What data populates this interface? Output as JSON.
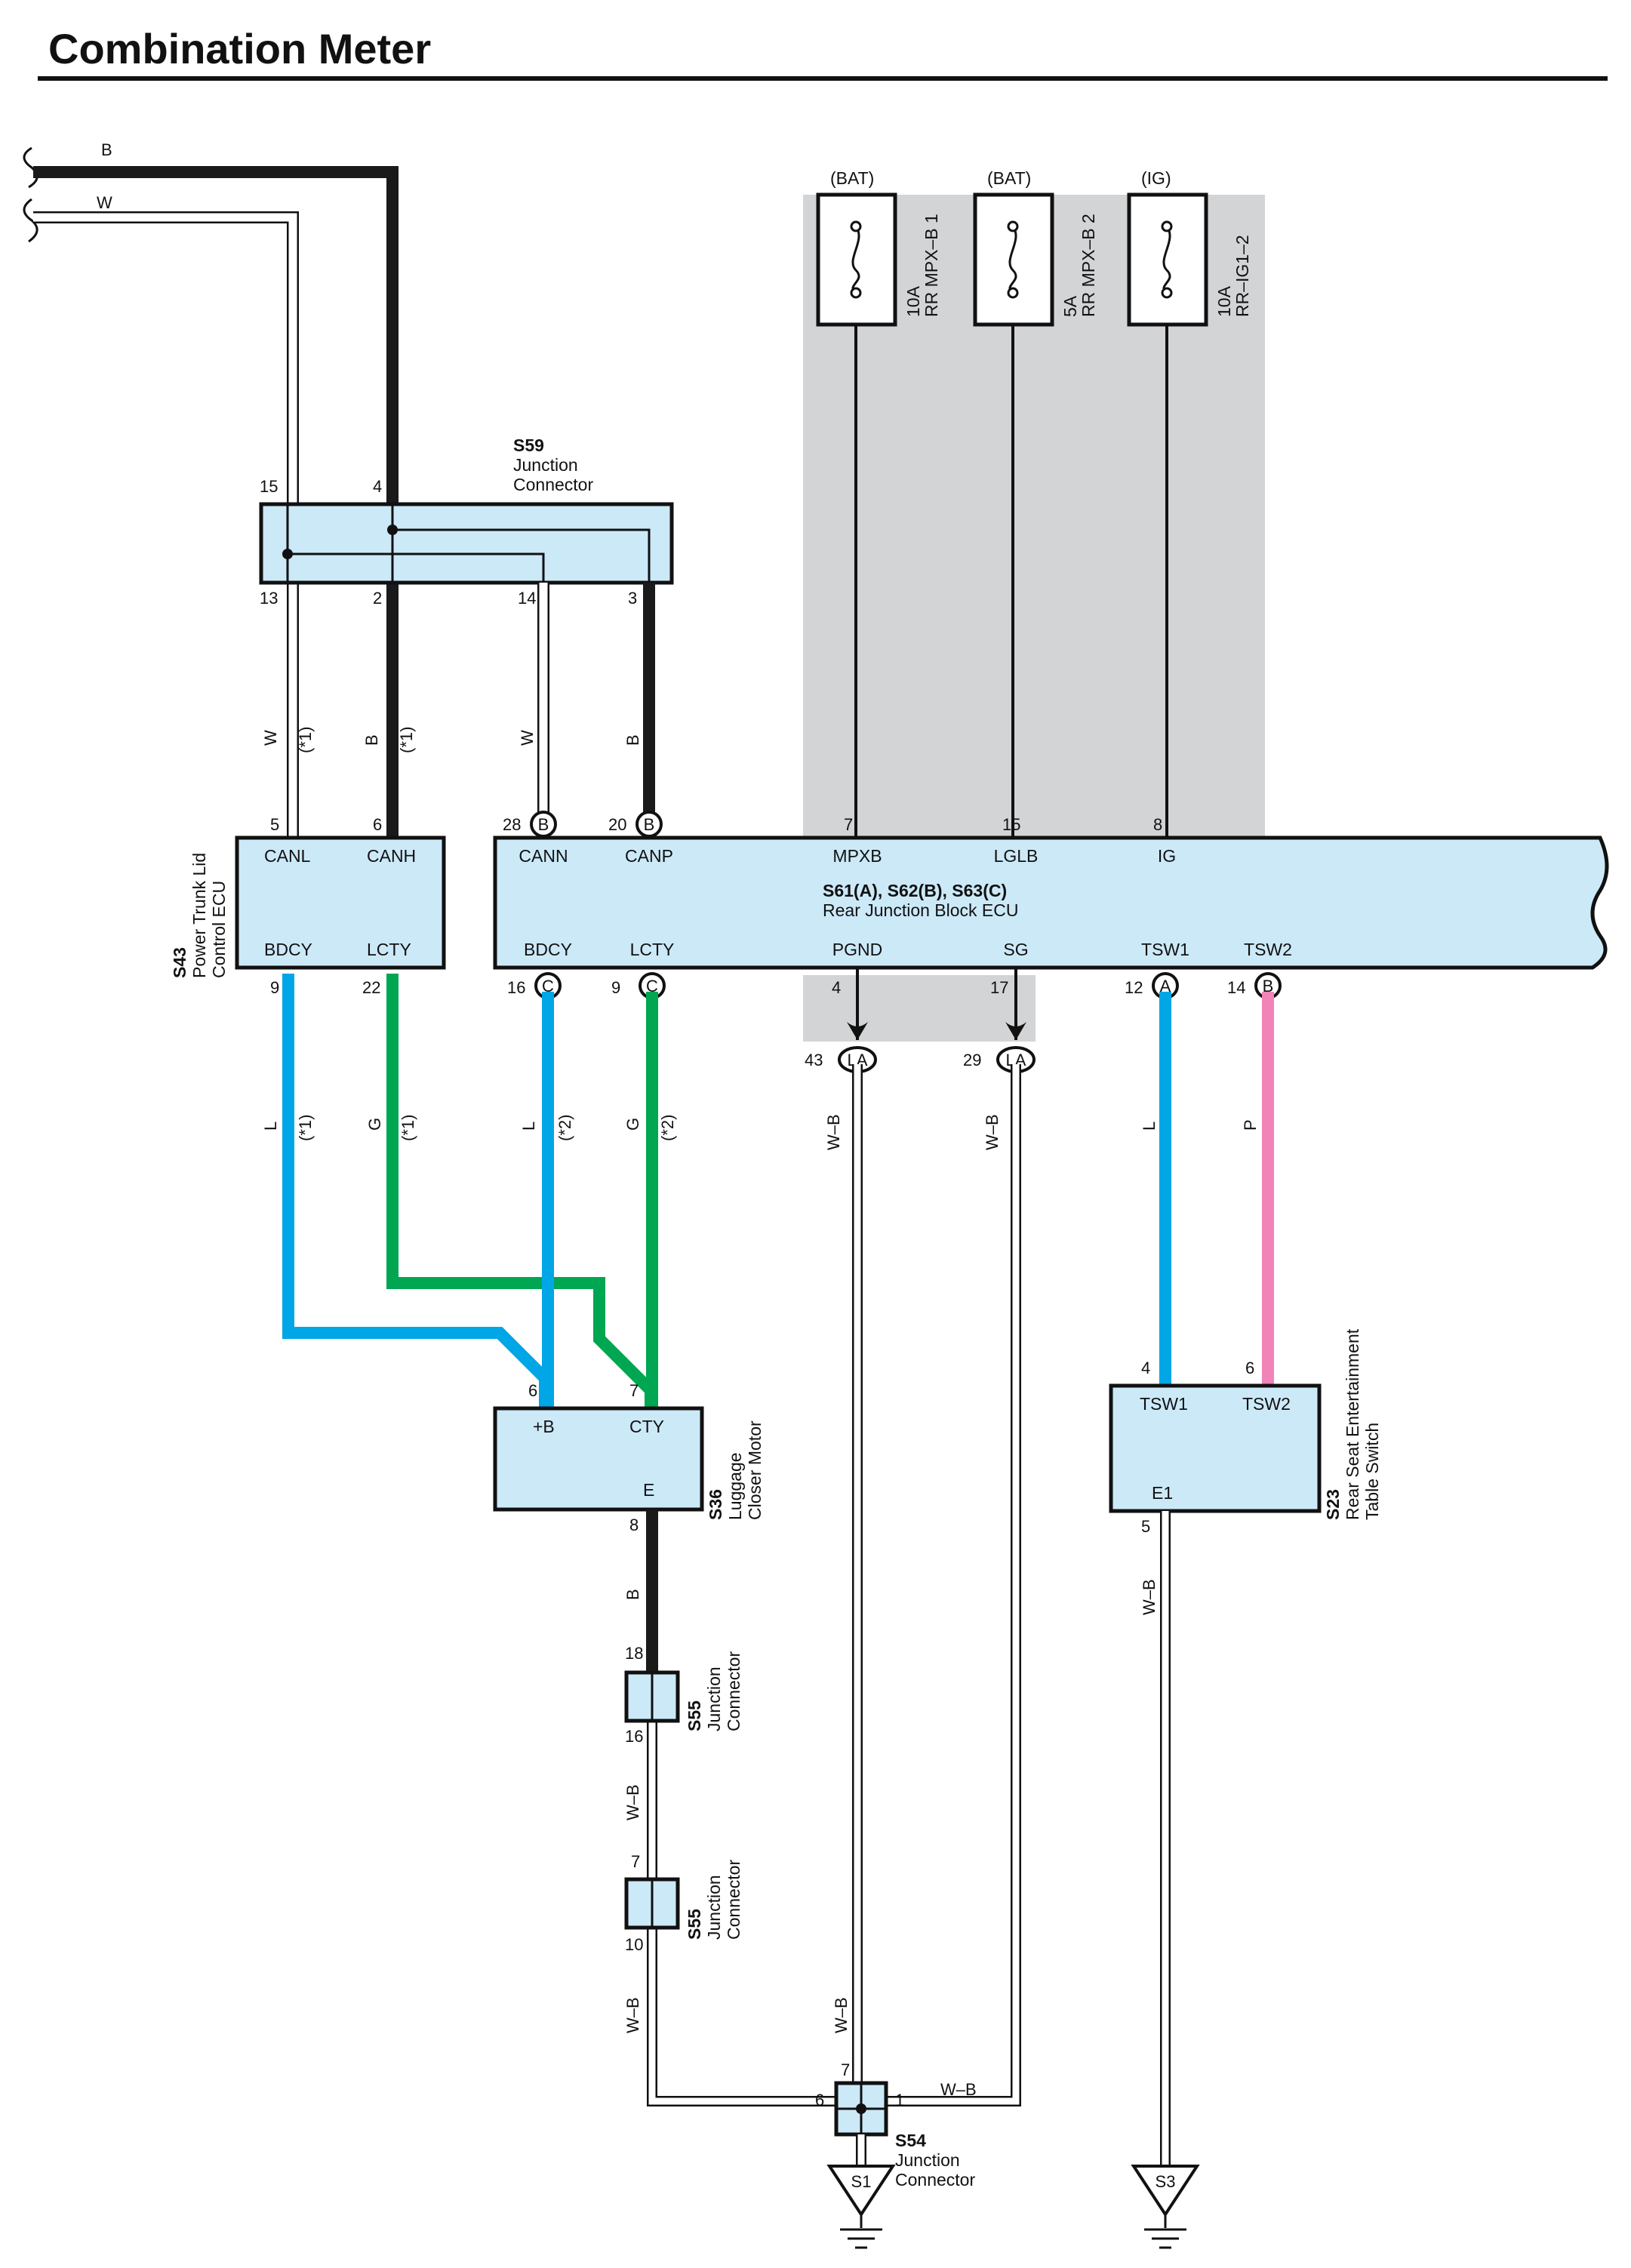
{
  "title": "Combination Meter",
  "colors": {
    "shade": "#d3d4d6",
    "box_fill": "#cce9f8",
    "black": "#1a1a1a",
    "blue": "#00a6e6",
    "green": "#00a651",
    "pink": "#f084b9"
  },
  "left_wires": {
    "b": "B",
    "w": "W"
  },
  "fuses": [
    {
      "supply": "(BAT)",
      "amp": "10A",
      "name": "RR MPX–B 1"
    },
    {
      "supply": "(BAT)",
      "amp": "5A",
      "name": "RR MPX–B 2"
    },
    {
      "supply": "(IG)",
      "amp": "10A",
      "name": "RR–IG1–2"
    }
  ],
  "s59": {
    "id": "S59",
    "name_line1": "Junction",
    "name_line2": "Connector",
    "pins": {
      "top_left": "15",
      "top_right": "4",
      "b1": "13",
      "b2": "2",
      "b3": "14",
      "b4": "3"
    },
    "wire_labels": {
      "w1": "W",
      "n1": "(*1)",
      "b1": "B",
      "n2": "(*1)",
      "w2": "W",
      "b2": "B"
    }
  },
  "s43": {
    "id": "S43",
    "name_line1": "Power Trunk Lid",
    "name_line2": "Control ECU",
    "top_pins": [
      "5",
      "6"
    ],
    "top_terms": [
      "CANL",
      "CANH"
    ],
    "bottom_terms": [
      "BDCY",
      "LCTY"
    ],
    "bottom_pins": [
      "9",
      "22"
    ]
  },
  "ecu": {
    "id": "S61(A), S62(B), S63(C)",
    "name": "Rear Junction Block ECU",
    "top_pins": [
      {
        "num": "28",
        "conn": "B",
        "term": "CANN"
      },
      {
        "num": "20",
        "conn": "B",
        "term": "CANP"
      },
      {
        "num": "7",
        "conn": "",
        "term": "MPXB"
      },
      {
        "num": "15",
        "conn": "",
        "term": "LGLB"
      },
      {
        "num": "8",
        "conn": "",
        "term": "IG"
      }
    ],
    "bottom_pins": [
      {
        "num": "16",
        "conn": "C",
        "term": "BDCY"
      },
      {
        "num": "9",
        "conn": "C",
        "term": "LCTY"
      },
      {
        "num": "4",
        "conn": "",
        "term": "PGND"
      },
      {
        "num": "17",
        "conn": "",
        "term": "SG"
      },
      {
        "num": "12",
        "conn": "A",
        "term": "TSW1"
      },
      {
        "num": "14",
        "conn": "B",
        "term": "TSW2"
      }
    ],
    "la_pins": [
      {
        "num": "43",
        "conn": "LA"
      },
      {
        "num": "29",
        "conn": "LA"
      }
    ]
  },
  "mid_wire_labels": {
    "l1": "L",
    "n1": "(*1)",
    "g1": "G",
    "n2": "(*1)",
    "l2": "L",
    "n3": "(*2)",
    "g2": "G",
    "n4": "(*2)",
    "wb1": "W–B",
    "wb2": "W–B",
    "l3": "L",
    "p": "P"
  },
  "s36": {
    "id": "S36",
    "name_line1": "Luggage",
    "name_line2": "Closer Motor",
    "pins": [
      "6",
      "7"
    ],
    "terms": [
      "+B",
      "CTY",
      "E"
    ],
    "bottom_pin": "8"
  },
  "s23": {
    "id": "S23",
    "name_line1": "Rear Seat Entertainment",
    "name_line2": "Table Switch",
    "pins": [
      "4",
      "6"
    ],
    "terms": [
      "TSW1",
      "TSW2",
      "E1"
    ],
    "bottom_pin": "5",
    "wire_label": "W–B"
  },
  "s55a": {
    "id": "S55",
    "name_line1": "Junction",
    "name_line2": "Connector",
    "pin_top": "18",
    "pin_bottom": "16"
  },
  "s55b": {
    "id": "S55",
    "name_line1": "Junction",
    "name_line2": "Connector",
    "pin_top": "7",
    "pin_bottom": "10"
  },
  "lower_wire_labels": {
    "b": "B",
    "wb1": "W–B",
    "wb2": "W–B",
    "wb3": "W–B",
    "wb4": "W–B"
  },
  "s54": {
    "id": "S54",
    "name_line1": "Junction",
    "name_line2": "Connector",
    "pins": [
      "7",
      "6",
      "1"
    ]
  },
  "grounds": [
    "S1",
    "S3"
  ]
}
